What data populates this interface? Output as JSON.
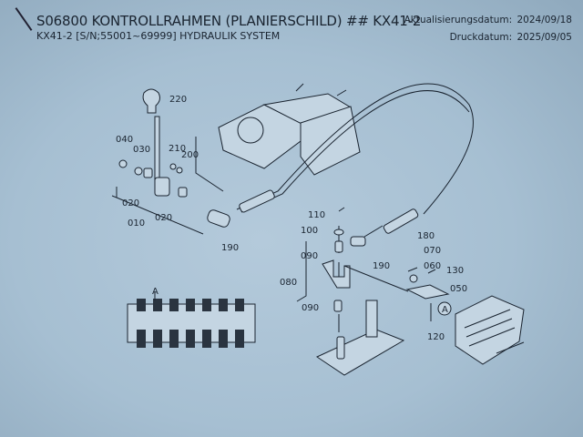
{
  "header": {
    "title": "S06800 KONTROLLRAHMEN (PLANIERSCHILD) ## KX41-2",
    "subtitle": "KX41-2 [S/N;55001~69999] HYDRAULIK SYSTEM",
    "update_label": "Aktualisierungsdatum:",
    "update_date": "2024/09/18",
    "print_label": "Druckdatum:",
    "print_date": "2025/09/05"
  },
  "callouts": {
    "p220": "220",
    "p040": "040",
    "p030": "030",
    "p210": "210",
    "p200": "200",
    "p020a": "020",
    "p020b": "020",
    "p010": "010",
    "p190a": "190",
    "p190b": "190",
    "p110": "110",
    "p100": "100",
    "p090a": "090",
    "p090b": "090",
    "p080": "080",
    "p180": "180",
    "p070": "070",
    "p060": "060",
    "p130": "130",
    "p050": "050",
    "p120": "120",
    "refA": "A",
    "refA2": "A"
  }
}
